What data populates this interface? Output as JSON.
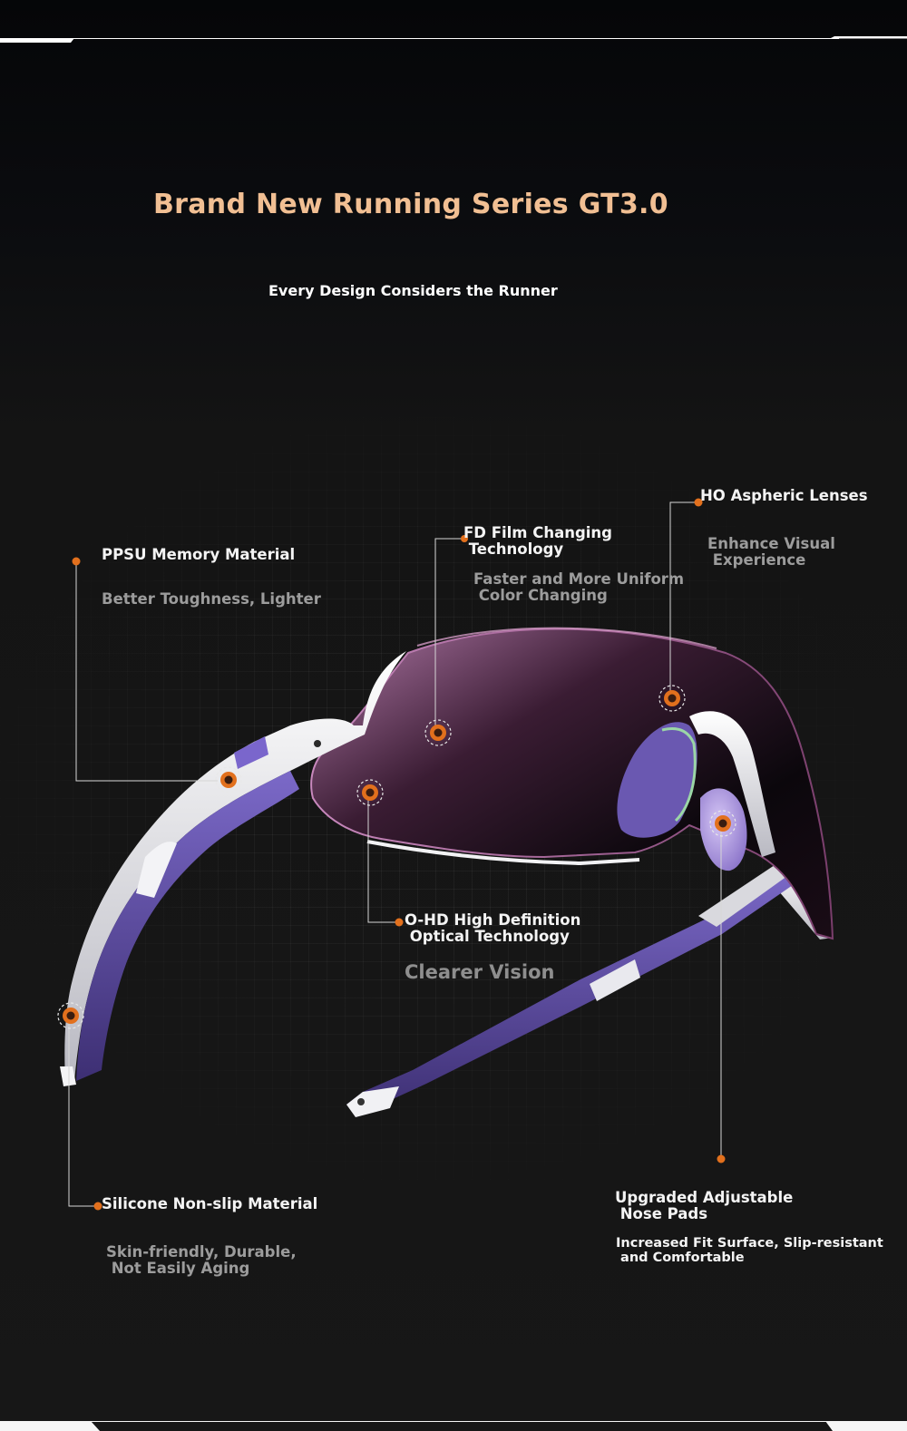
{
  "header": {
    "title": "Brand New Running Series GT3.0",
    "subtitle": "Every Design Considers the Runner"
  },
  "features": {
    "ppsu": {
      "title": "PPSU Memory Material",
      "desc": "Better Toughness, Lighter"
    },
    "fd_film": {
      "title": "FD Film Changing\n Technology",
      "desc": "Faster and More Uniform\n Color Changing"
    },
    "ho_lens": {
      "title": "HO Aspheric Lenses",
      "desc": "Enhance Visual\n Experience"
    },
    "ohd": {
      "title": "O-HD High Definition\n Optical Technology",
      "desc": "Clearer Vision"
    },
    "silicone": {
      "title": "Silicone Non-slip Material",
      "desc": "Skin-friendly, Durable,\n Not Easily Aging"
    },
    "nose_pads": {
      "title": "Upgraded Adjustable\n Nose Pads",
      "desc": "Increased Fit Surface, Slip-resistant\n and Comfortable"
    }
  },
  "colors": {
    "title_accent": "#f1bf93",
    "marker_orange": "#e2701d",
    "frame_purple": "#5b4a9a",
    "frame_white": "#e6e6ea",
    "lens_pink": "#c77fb2"
  }
}
